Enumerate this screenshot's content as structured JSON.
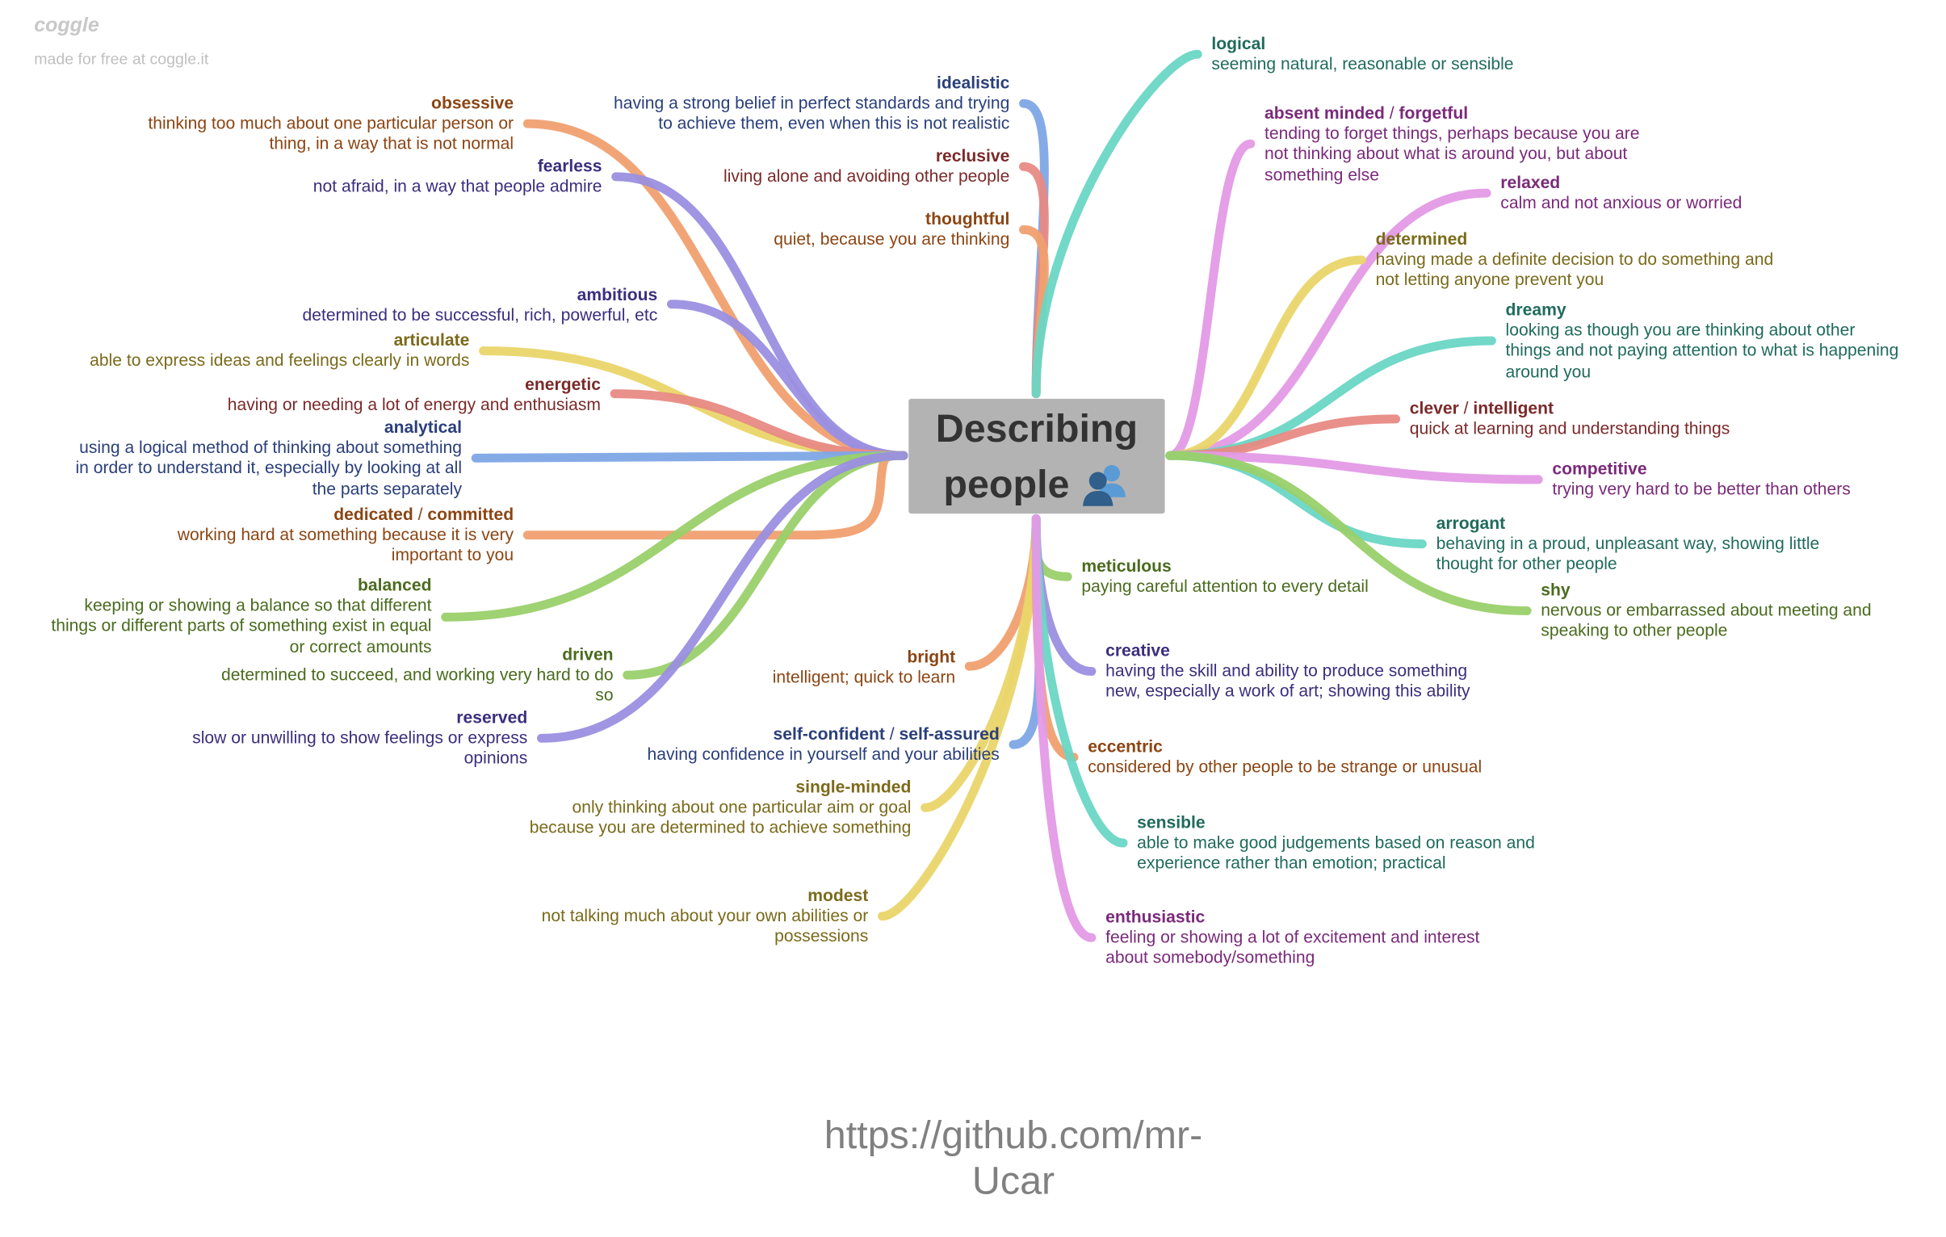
{
  "brand": {
    "logo": "coggle",
    "tagline": "made for free at coggle.it"
  },
  "center": {
    "line1": "Describing",
    "line2": "people",
    "icon": "people-icon"
  },
  "footer": {
    "url": "https://github.com/mr-\nUcar"
  },
  "nodes": [
    {
      "id": "obsessive",
      "side": "left",
      "color": "#8b4513",
      "branch": "#f0a070",
      "title": [
        "obsessive"
      ],
      "desc": [
        "thinking too much about one particular person or",
        "thing, in a way that is not normal"
      ]
    },
    {
      "id": "fearless",
      "side": "left",
      "color": "#3b2e7e",
      "branch": "#9b8fe0",
      "title": [
        "fearless"
      ],
      "desc": [
        "not afraid, in a way that people admire"
      ]
    },
    {
      "id": "ambitious",
      "side": "left",
      "color": "#3b2e7e",
      "branch": "#9b8fe0",
      "title": [
        "ambitious"
      ],
      "desc": [
        "determined to be successful, rich, powerful, etc"
      ]
    },
    {
      "id": "articulate",
      "side": "left",
      "color": "#7a6a1a",
      "branch": "#ead56a",
      "title": [
        "articulate"
      ],
      "desc": [
        "able to express ideas and feelings clearly in words"
      ]
    },
    {
      "id": "energetic",
      "side": "left",
      "color": "#7a2a2a",
      "branch": "#e88a84",
      "title": [
        "energetic"
      ],
      "desc": [
        "having or needing a lot of energy and enthusiasm"
      ]
    },
    {
      "id": "analytical",
      "side": "left",
      "color": "#2a3f7a",
      "branch": "#7ea6e6",
      "title": [
        "analytical"
      ],
      "desc": [
        "using a logical method of thinking about something",
        "in order to understand it, especially by looking at all",
        "the parts separately"
      ]
    },
    {
      "id": "dedicated",
      "side": "left",
      "color": "#8b4513",
      "branch": "#f0a070",
      "title": [
        "dedicated",
        "committed"
      ],
      "desc": [
        "working hard at something because it is very",
        "important to you"
      ]
    },
    {
      "id": "balanced",
      "side": "left",
      "color": "#4a6b1e",
      "branch": "#9ad06a",
      "title": [
        "balanced"
      ],
      "desc": [
        "keeping or showing a balance so that different",
        "things or different parts of something exist in equal",
        "or correct amounts"
      ]
    },
    {
      "id": "driven",
      "side": "left",
      "color": "#4a6b1e",
      "branch": "#9ad06a",
      "title": [
        "driven"
      ],
      "desc": [
        "determined to succeed, and working very hard to do",
        "so"
      ]
    },
    {
      "id": "reserved",
      "side": "left",
      "color": "#3b2e7e",
      "branch": "#9b8fe0",
      "title": [
        "reserved"
      ],
      "desc": [
        "slow or unwilling to show feelings or express",
        "opinions"
      ]
    },
    {
      "id": "idealistic",
      "side": "left",
      "color": "#2a3f7a",
      "branch": "#7ea6e6",
      "title": [
        "idealistic"
      ],
      "desc": [
        "having a strong belief in perfect standards and trying",
        "to achieve them, even when this is not realistic"
      ]
    },
    {
      "id": "reclusive",
      "side": "left",
      "color": "#7a2a2a",
      "branch": "#e88a84",
      "title": [
        "reclusive"
      ],
      "desc": [
        "living alone and avoiding other people"
      ]
    },
    {
      "id": "thoughtful",
      "side": "left",
      "color": "#8b4513",
      "branch": "#f0a070",
      "title": [
        "thoughtful"
      ],
      "desc": [
        "quiet, because you are thinking"
      ]
    },
    {
      "id": "bright",
      "side": "left",
      "color": "#8b4513",
      "branch": "#f0a070",
      "title": [
        "bright"
      ],
      "desc": [
        "intelligent; quick to learn"
      ]
    },
    {
      "id": "selfconfident",
      "side": "left",
      "color": "#2a3f7a",
      "branch": "#7ea6e6",
      "title": [
        "self-confident",
        "self-assured"
      ],
      "desc": [
        "having confidence in yourself and your abilities"
      ]
    },
    {
      "id": "singleminded",
      "side": "left",
      "color": "#7a6a1a",
      "branch": "#ead56a",
      "title": [
        "single-minded"
      ],
      "desc": [
        "only thinking about one particular aim or goal",
        "because you are determined to achieve something"
      ]
    },
    {
      "id": "modest",
      "side": "left",
      "color": "#7a6a1a",
      "branch": "#ead56a",
      "title": [
        "modest"
      ],
      "desc": [
        "not talking much about your own abilities or",
        "possessions"
      ]
    },
    {
      "id": "logical",
      "side": "right",
      "color": "#1f6b5c",
      "branch": "#6ad6c4",
      "title": [
        "logical"
      ],
      "desc": [
        "seeming natural, reasonable or sensible"
      ]
    },
    {
      "id": "absentminded",
      "side": "right",
      "color": "#7a2a7a",
      "branch": "#e39ae6",
      "title": [
        "absent minded",
        "forgetful"
      ],
      "desc": [
        "tending to forget things, perhaps because you are",
        "not thinking about what is around you, but about",
        "something else"
      ]
    },
    {
      "id": "relaxed",
      "side": "right",
      "color": "#7a2a7a",
      "branch": "#e39ae6",
      "title": [
        "relaxed"
      ],
      "desc": [
        "calm and not anxious or worried"
      ]
    },
    {
      "id": "determined",
      "side": "right",
      "color": "#7a6a1a",
      "branch": "#ead56a",
      "title": [
        "determined"
      ],
      "desc": [
        "having made a definite decision to do something and",
        "not letting anyone prevent you"
      ]
    },
    {
      "id": "dreamy",
      "side": "right",
      "color": "#1f6b5c",
      "branch": "#6ad6c4",
      "title": [
        "dreamy"
      ],
      "desc": [
        "looking as though you are thinking about other",
        "things and not paying attention to what is happening",
        "around you"
      ]
    },
    {
      "id": "clever",
      "side": "right",
      "color": "#7a2a2a",
      "branch": "#e88a84",
      "title": [
        "clever",
        "intelligent"
      ],
      "desc": [
        "quick at learning and understanding things"
      ]
    },
    {
      "id": "competitive",
      "side": "right",
      "color": "#7a2a7a",
      "branch": "#e39ae6",
      "title": [
        "competitive"
      ],
      "desc": [
        "trying very hard to be better than others"
      ]
    },
    {
      "id": "arrogant",
      "side": "right",
      "color": "#1f6b5c",
      "branch": "#6ad6c4",
      "title": [
        "arrogant"
      ],
      "desc": [
        "behaving in a proud, unpleasant way, showing little",
        "thought for other people"
      ]
    },
    {
      "id": "shy",
      "side": "right",
      "color": "#4a6b1e",
      "branch": "#9ad06a",
      "title": [
        "shy"
      ],
      "desc": [
        "nervous or embarrassed about meeting and",
        "speaking to other people"
      ]
    },
    {
      "id": "meticulous",
      "side": "right",
      "color": "#4a6b1e",
      "branch": "#9ad06a",
      "title": [
        "meticulous"
      ],
      "desc": [
        "paying careful attention to every detail"
      ]
    },
    {
      "id": "creative",
      "side": "right",
      "color": "#3b2e7e",
      "branch": "#9b8fe0",
      "title": [
        "creative"
      ],
      "desc": [
        "having the skill and ability to produce something",
        "new, especially a work of art; showing this ability"
      ]
    },
    {
      "id": "eccentric",
      "side": "right",
      "color": "#8b4513",
      "branch": "#f0a070",
      "title": [
        "eccentric"
      ],
      "desc": [
        "considered by other people to be strange or unusual"
      ]
    },
    {
      "id": "sensible",
      "side": "right",
      "color": "#1f6b5c",
      "branch": "#6ad6c4",
      "title": [
        "sensible"
      ],
      "desc": [
        "able to make good judgements based on reason and",
        "experience rather than emotion; practical"
      ]
    },
    {
      "id": "enthusiastic",
      "side": "right",
      "color": "#7a2a7a",
      "branch": "#e39ae6",
      "title": [
        "enthusiastic"
      ],
      "desc": [
        "feeling or showing a lot of excitement and interest",
        "about somebody/something"
      ]
    }
  ]
}
